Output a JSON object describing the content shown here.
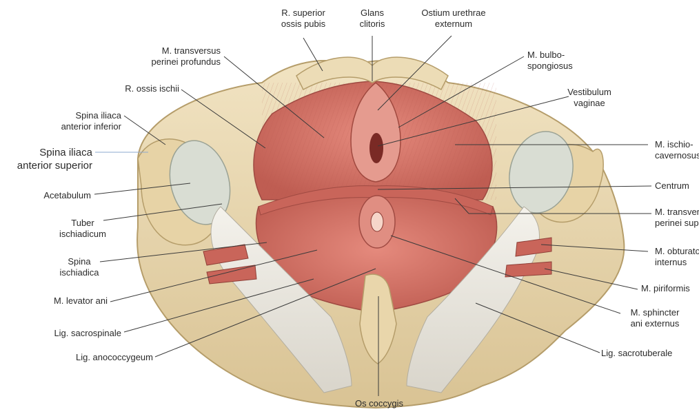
{
  "labels": {
    "r_superior_ossis_pubis": [
      "R. superior",
      "ossis pubis"
    ],
    "glans_clitoris": [
      "Glans",
      "clitoris"
    ],
    "ostium_urethrae_externum": [
      "Ostium urethrae",
      "externum"
    ],
    "m_transversus_perinei_profundus": [
      "M. transversus",
      "perinei profundus"
    ],
    "m_bulbospongiosus": [
      "M. bulbo-",
      "spongiosus"
    ],
    "r_ossis_ischii": [
      "R. ossis ischii"
    ],
    "vestibulum_vaginae": [
      "Vestibulum",
      "vaginae"
    ],
    "spina_iliaca_anterior_inferior": [
      "Spina iliaca",
      "anterior inferior"
    ],
    "spina_iliaca_anterior_superior": [
      "Spina iliaca",
      "anterior superior"
    ],
    "m_ischiocavernosus": [
      "M. ischio-",
      "cavernosus"
    ],
    "acetabulum": [
      "Acetabulum"
    ],
    "centrum_tendineum": [
      "Centrum"
    ],
    "tuber_ischiadicum": [
      "Tuber",
      "ischiadicum"
    ],
    "m_transversus_perinei_superficialis": [
      "M. transversus",
      "perinei superficialis"
    ],
    "spina_ischiadica": [
      "Spina",
      "ischiadica"
    ],
    "m_obturatorius_internus": [
      "M. obturatorius",
      "internus"
    ],
    "m_levator_ani": [
      "M. levator ani"
    ],
    "m_piriformis": [
      "M. piriformis"
    ],
    "lig_sacrospinale": [
      "Lig. sacrospinale"
    ],
    "m_sphincter_ani_externus": [
      "M. sphincter",
      "ani externus"
    ],
    "lig_anococcygeum": [
      "Lig. anococcygeum"
    ],
    "lig_sacrotuberale": [
      "Lig. sacrotuberale"
    ],
    "os_coccygis": [
      "Os coccygis"
    ]
  },
  "colors": {
    "bone": "#ead9b3",
    "bone_shadow": "#cdb685",
    "muscle": "#d9776a",
    "muscle_dark": "#b8564d",
    "muscle_light": "#ec9a8c",
    "ligament": "#ece9e0",
    "cartilage": "#d7ddd1",
    "leader_line": "#3a3a3a",
    "blue_line": "#8ea8cf"
  }
}
